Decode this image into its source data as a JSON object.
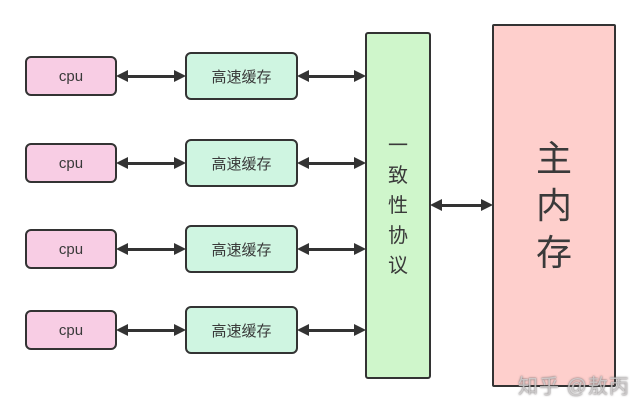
{
  "diagram": {
    "cpu_label": "cpu",
    "cache_label": "高速缓存",
    "protocol_label": "一致性协议",
    "memory_label": "主内存"
  },
  "watermark": "知乎 @敖丙",
  "colors": {
    "cpu_fill": "#f8cde4",
    "cache_fill": "#cff5e1",
    "protocol_fill": "#cff6cb",
    "memory_fill": "#fecfcc",
    "border": "#333333",
    "arrow": "#333333"
  }
}
